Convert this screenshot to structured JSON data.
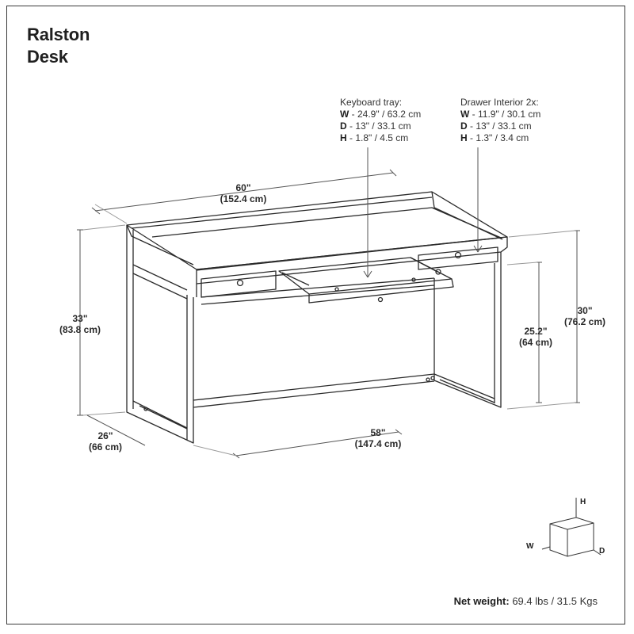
{
  "title": {
    "line1": "Ralston",
    "line2": "Desk"
  },
  "keyboard_tray": {
    "heading": "Keyboard tray:",
    "rows": [
      {
        "key": "W",
        "value": " - 24.9\" / 63.2 cm"
      },
      {
        "key": "D",
        "value": " - 13\" / 33.1 cm"
      },
      {
        "key": "H",
        "value": " - 1.8\" / 4.5 cm"
      }
    ]
  },
  "drawer_interior": {
    "heading": "Drawer Interior 2x:",
    "rows": [
      {
        "key": "W",
        "value": " - 11.9\" / 30.1 cm"
      },
      {
        "key": "D",
        "value": " - 13\" / 33.1 cm"
      },
      {
        "key": "H",
        "value": " - 1.3\" / 3.4 cm"
      }
    ]
  },
  "dimensions": {
    "top_width": {
      "imperial": "60\"",
      "metric": "(152.4 cm)"
    },
    "height": {
      "imperial": "33\"",
      "metric": "(83.8 cm)"
    },
    "depth": {
      "imperial": "26\"",
      "metric": "(66 cm)"
    },
    "bottom_width": {
      "imperial": "58\"",
      "metric": "(147.4 cm)"
    },
    "desk_height": {
      "imperial": "30\"",
      "metric": "(76.2 cm)"
    },
    "knee_height": {
      "imperial": "25.2\"",
      "metric": "(64 cm)"
    }
  },
  "axes_legend": {
    "h": "H",
    "w": "W",
    "d": "D"
  },
  "net_weight": {
    "label": "Net weight:",
    "value": " 69.4 lbs / 31.5 Kgs"
  }
}
